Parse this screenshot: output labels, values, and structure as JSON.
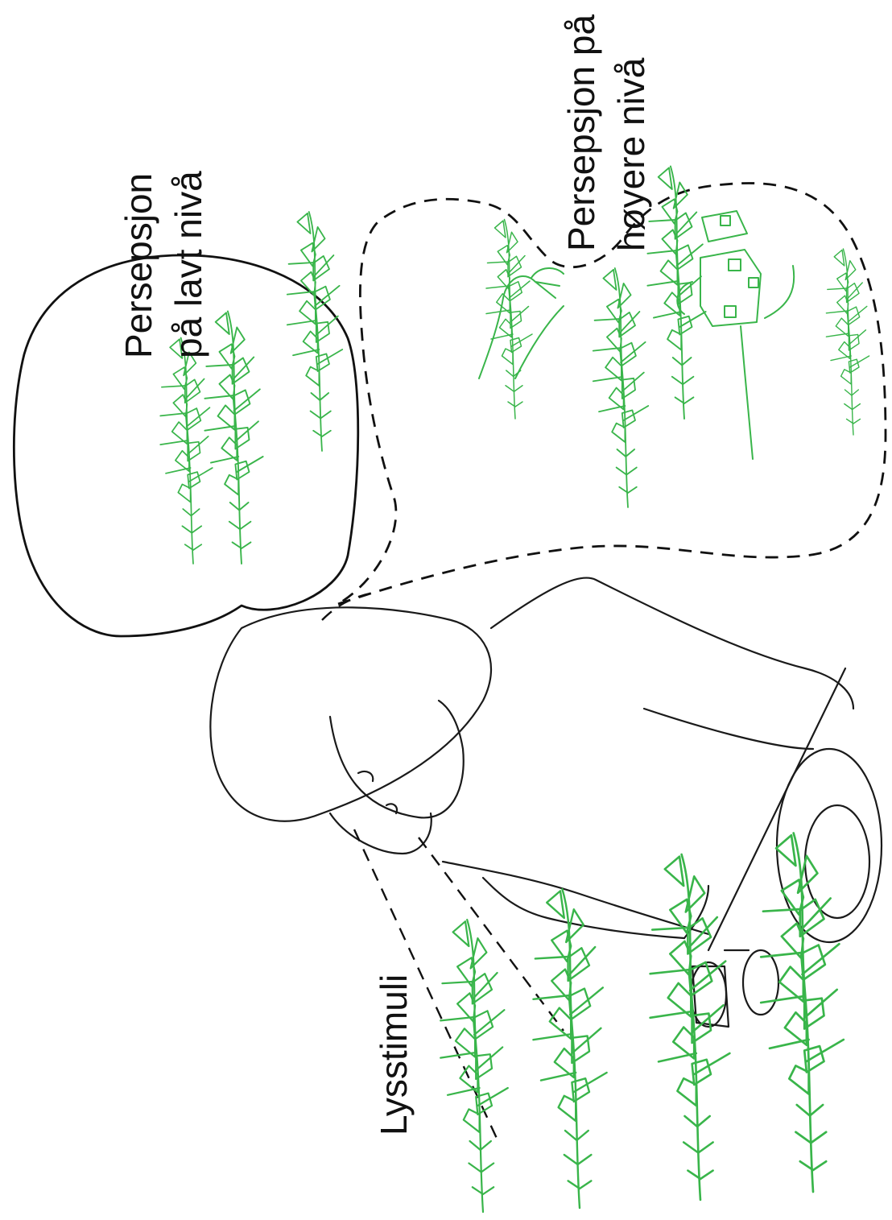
{
  "labels": {
    "low_level_line1": "Persepsjon",
    "low_level_line2": "på lavt nivå",
    "high_level_line1": "Persepsjon på",
    "high_level_line2": "høyere nivå",
    "stimuli": "Lysstimuli"
  },
  "colors": {
    "plant_green": "#39b54a",
    "bubble_fill": "#e9f8e6",
    "ink": "#111111"
  },
  "icons": {
    "person": "person-with-cap-icon",
    "camera": "camera-lens-icon",
    "plant": "plant-sprig-icon",
    "house": "house-icon",
    "hand": "hand-icon"
  }
}
